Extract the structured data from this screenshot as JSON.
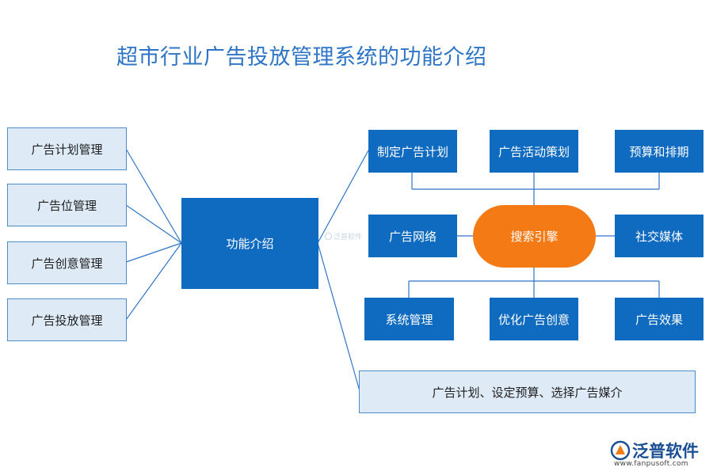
{
  "title": "超市行业广告投放管理系统的功能介绍",
  "left_nodes": [
    "广告计划管理",
    "广告位管理",
    "广告创意管理",
    "广告投放管理"
  ],
  "center_node": "功能介绍",
  "right": {
    "top_row": [
      "制定广告计划",
      "广告活动策划",
      "预算和排期"
    ],
    "middle_left": "广告网络",
    "hub": "搜索引擎",
    "middle_right": "社交媒体",
    "bottom_row": [
      "系统管理",
      "优化广告创意",
      "广告效果"
    ],
    "summary": "广告计划、设定预算、选择广告媒介"
  },
  "watermark": "泛普软件",
  "logo": {
    "name": "泛普软件",
    "url": "www.fanpusoft.com"
  },
  "colors": {
    "title": "#2e75c6",
    "dark_box": "#0f6bbf",
    "light_box": "#deeaf6",
    "hub": "#f47a16",
    "connector": "#2e75c6"
  }
}
